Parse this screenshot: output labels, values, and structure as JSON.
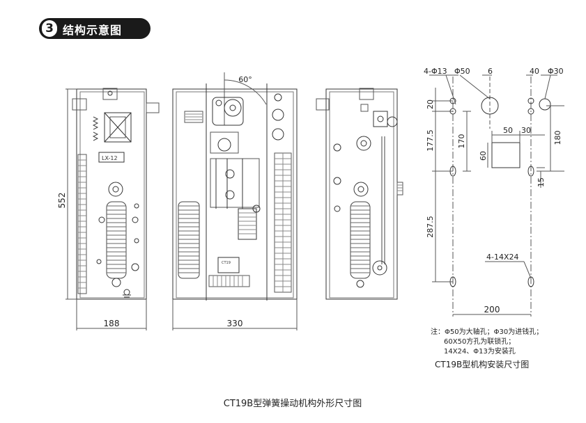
{
  "header": {
    "number": "3",
    "title": "结构示意图"
  },
  "views": {
    "left_view": {
      "height_dim": "552",
      "width_dim": "188",
      "nameplate": "LX-12"
    },
    "front_view": {
      "width_dim": "330",
      "angle": "60°",
      "plate_text": "CT19"
    },
    "right_view": {}
  },
  "mounting": {
    "labels": {
      "holes_small": "4-Φ13",
      "phi50": "Φ50",
      "six": "6",
      "forty": "40",
      "phi30": "Φ30",
      "twenty": "20",
      "d177": "177.5",
      "d170": "170",
      "d50": "50",
      "d30": "30",
      "d180": "180",
      "d60": "60",
      "d15": "15",
      "d287": "287.5",
      "slots": "4-14X24",
      "d200": "200"
    },
    "notes": [
      "注：Φ50为大轴孔；Φ30为进钱孔；",
      "60X50方孔为联锁孔；",
      "14X24、Φ13为安装孔"
    ],
    "caption": "CT19B型机构安装尺寸图"
  },
  "main_caption": "CT19B型弹簧操动机构外形尺寸图"
}
